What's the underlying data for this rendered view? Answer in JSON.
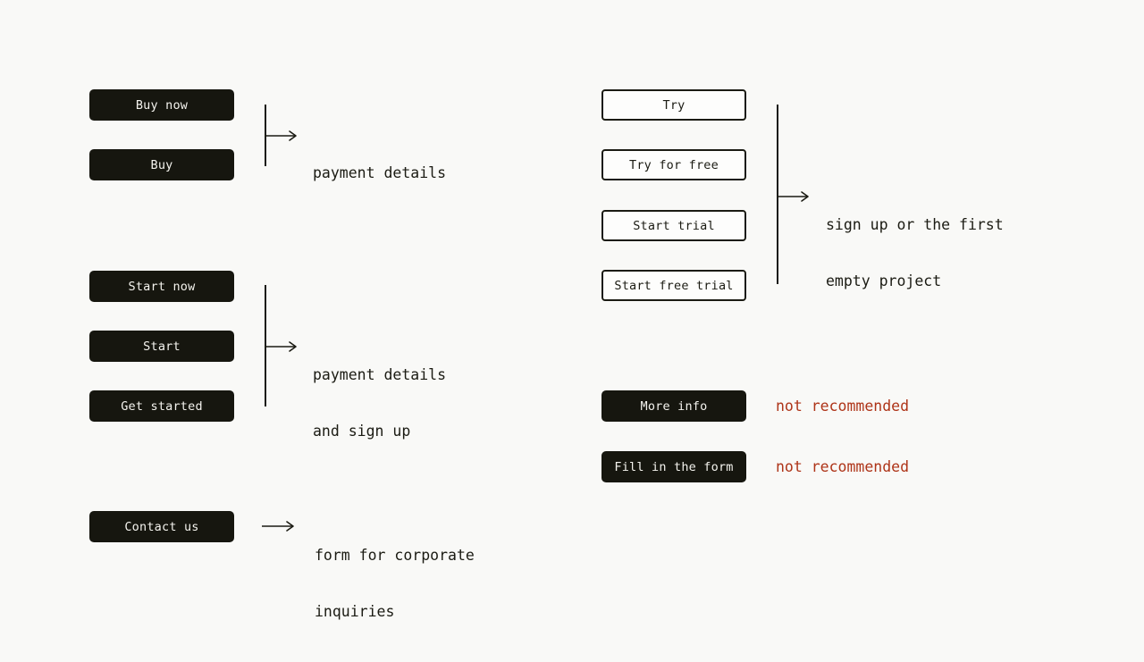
{
  "canvas": {
    "background": "#f9f9f7"
  },
  "colors": {
    "ink": "#1b1b13",
    "dark_button_bg": "#16160f",
    "dark_button_text": "#f4f3ee",
    "light_button_bg": "#fdfdfc",
    "light_button_border": "#1b1b13",
    "warning_text": "#ae3418"
  },
  "left": {
    "buy_group": {
      "buttons": [
        {
          "label": "Buy now",
          "style": "dark"
        },
        {
          "label": "Buy",
          "style": "dark"
        }
      ],
      "annotation": {
        "lines": [
          "payment details"
        ]
      }
    },
    "start_group": {
      "buttons": [
        {
          "label": "Start now",
          "style": "dark"
        },
        {
          "label": "Start",
          "style": "dark"
        },
        {
          "label": "Get started",
          "style": "dark"
        }
      ],
      "annotation": {
        "lines": [
          "payment details",
          "and sign up"
        ]
      }
    },
    "contact_group": {
      "buttons": [
        {
          "label": "Contact us",
          "style": "dark"
        }
      ],
      "annotation": {
        "lines": [
          "form for corporate",
          "inquiries"
        ]
      }
    }
  },
  "right": {
    "trial_group": {
      "buttons": [
        {
          "label": "Try",
          "style": "light"
        },
        {
          "label": "Try for free",
          "style": "light"
        },
        {
          "label": "Start trial",
          "style": "light"
        },
        {
          "label": "Start free trial",
          "style": "light"
        }
      ],
      "annotation": {
        "lines": [
          "sign up or the first",
          "empty project"
        ]
      }
    },
    "not_recommended_group": {
      "buttons": [
        {
          "label": "More info",
          "style": "dark"
        },
        {
          "label": "Fill in the form",
          "style": "dark"
        }
      ],
      "warnings": [
        "not recommended",
        "not recommended"
      ]
    }
  }
}
